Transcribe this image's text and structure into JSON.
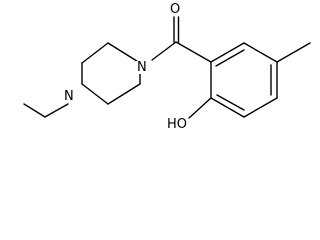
{
  "structure": {
    "atoms": [
      {
        "id": "O1",
        "label": "O"
      },
      {
        "id": "N1",
        "label": "N"
      },
      {
        "id": "N2",
        "label": "N"
      },
      {
        "id": "O2",
        "label": "HO"
      }
    ]
  },
  "colors": {
    "bond": "#000000",
    "label": "#000000",
    "background": "#ffffff"
  }
}
